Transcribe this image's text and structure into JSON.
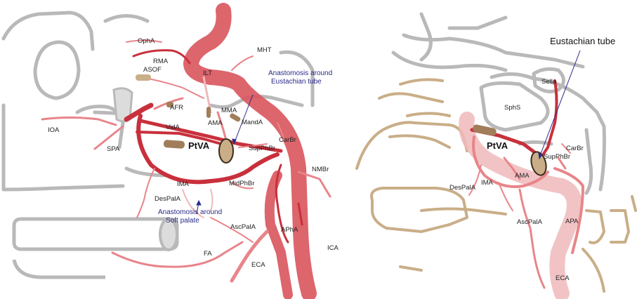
{
  "left_panel": {
    "labels": {
      "opha": "OphA",
      "rma": "RMA",
      "asof": "ASOF",
      "ilt": "ILT",
      "mht": "MHT",
      "afr": "AFR",
      "mma": "MMA",
      "ioa": "IOA",
      "vida": "VidA",
      "ama": "AMA",
      "manda": "MandA",
      "spa": "SPA",
      "ptva": "PtVA",
      "carbr": "CarBr",
      "supphbr": "SupPhBr",
      "nmbr": "NMBr",
      "ima": "IMA",
      "midphbr": "MidPhBr",
      "despala": "DesPalA",
      "ascpala": "AscPalA",
      "apha": "APhA",
      "ica": "ICA",
      "fa": "FA",
      "eca": "ECA"
    },
    "annotations": {
      "eustachian_line1": "Anastomosis around",
      "eustachian_line2": "Eustachian tube",
      "softpalate_line1": "Anastomosis around",
      "softpalate_line2": "Soft palate"
    }
  },
  "right_panel": {
    "labels": {
      "eustachian_tube": "Eustachian tube",
      "sella": "Sella",
      "sphs": "SphS",
      "ptva": "PtVA",
      "carbr": "CarBr",
      "supphbr": "SupPhBr",
      "ama": "AMA",
      "despala": "DesPalA",
      "ima": "IMA",
      "ascpala": "AscPalA",
      "apa": "APA",
      "eca": "ECA"
    }
  },
  "colors": {
    "artery_dark": "#c8303c",
    "artery_main": "#d9545c",
    "artery_light": "#e8858a",
    "artery_pale": "#f0b8bb",
    "bone_gray": "#b9b9b9",
    "bone_tan": "#c9ae88",
    "fill_gray": "#dcdcdc",
    "brown": "#a07e5a",
    "annotation_blue": "#2a2a8a"
  }
}
